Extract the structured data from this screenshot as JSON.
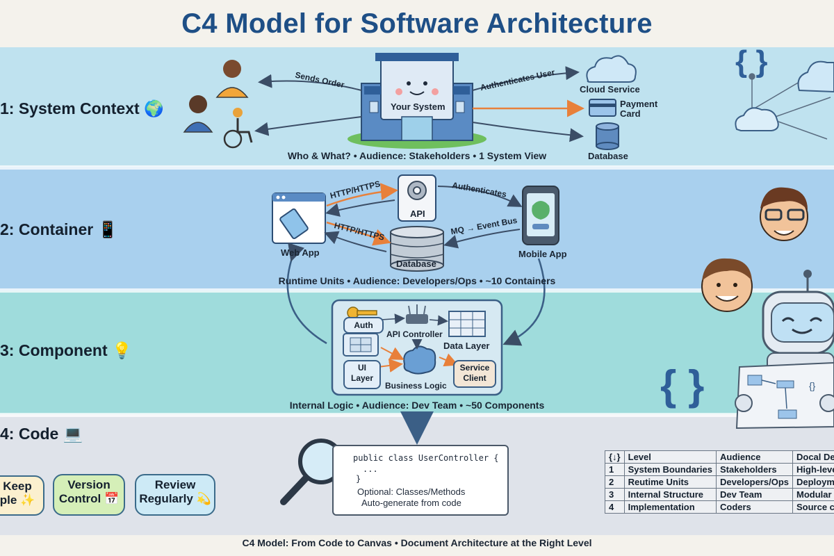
{
  "title": "C4 Model for Software Architecture",
  "levels": [
    {
      "label": "1: System Context",
      "emoji": "🌍",
      "caption": "Who & What? • Audience: Stakeholders • 1 System View"
    },
    {
      "label": "2: Container",
      "emoji": "📱",
      "caption": "Runtime Units • Audience: Developers/Ops • ~10 Containers"
    },
    {
      "label": "3: Component",
      "emoji": "💡",
      "caption": "Internal Logic • Audience: Dev Team • ~50 Components"
    },
    {
      "label": "4: Code",
      "emoji": "💻"
    }
  ],
  "context": {
    "system": "Your System",
    "edges": {
      "sends_order": "Sends Order",
      "authenticates_user": "Authenticates User"
    },
    "externals": {
      "cloud": "Cloud Service",
      "payment": "Payment",
      "card": "Card",
      "database": "Database"
    }
  },
  "container": {
    "web_app": "Web App",
    "api": "API",
    "mobile_app": "Mobile App",
    "database": "Database",
    "edges": {
      "http1": "HTTP/HTTPS",
      "http2": "HTTP/HTTPS",
      "authenticates": "Authenticates",
      "mq": "MQ → Event Bus"
    }
  },
  "component": {
    "auth": "Auth",
    "api_controller": "API Controller",
    "data_layer": "Data Layer",
    "ui_layer_1": "UI",
    "ui_layer_2": "Layer",
    "business_logic": "Business Logic",
    "service_client_1": "Service",
    "service_client_2": "Client"
  },
  "code": {
    "line1": "public class UserController {",
    "line2": "...",
    "line3": "}",
    "note1": "Optional: Classes/Methods",
    "note2": "Auto-generate from code"
  },
  "tips": [
    {
      "line1": "Keep",
      "line2": "ple ✨"
    },
    {
      "line1": "Version",
      "line2": "Control 📅"
    },
    {
      "line1": "Review",
      "line2": "Regularly 💫"
    }
  ],
  "summary_table": {
    "headers": [
      "{↓}",
      "Level",
      "Audience",
      "Docal Det"
    ],
    "rows": [
      [
        "1",
        "System Boundaries",
        "Stakeholders",
        "High-level"
      ],
      [
        "2",
        "Reutime Units",
        "Developers/Ops",
        "Deployme"
      ],
      [
        "3",
        "Internal Structure",
        "Dev Team",
        "Modular lo"
      ],
      [
        "4",
        "Implementation",
        "Coders",
        "Source co"
      ]
    ]
  },
  "footer": "C4 Model: From Code to Canvas • Document Architecture at the Right Level",
  "colors": {
    "title": "#1e4f86",
    "band_context": "#bfe2ef",
    "band_container": "#a9d0ee",
    "band_component": "#9fdcdc",
    "band_code": "#dfe3ea",
    "accent_orange": "#e8803a",
    "arrow_blue": "#3b5f86"
  }
}
